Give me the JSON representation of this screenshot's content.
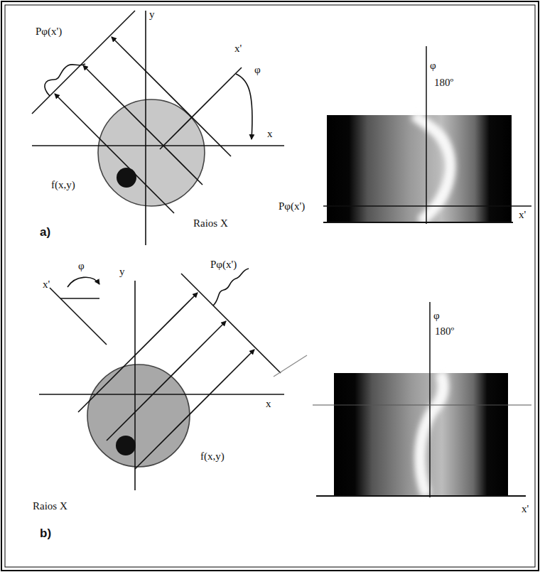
{
  "diagram": {
    "labels": [
      "Pφ(x')",
      "y",
      "x'",
      "φ",
      "x",
      "f(x,y)",
      "Raios X",
      "a)",
      "φ",
      "180º",
      "Pφ(x')",
      "x'",
      "y",
      "x'",
      "φ",
      "Pφ(x')",
      "x",
      "f(x,y)",
      "Raios X",
      "b)",
      "φ",
      "180º",
      "x'"
    ]
  }
}
